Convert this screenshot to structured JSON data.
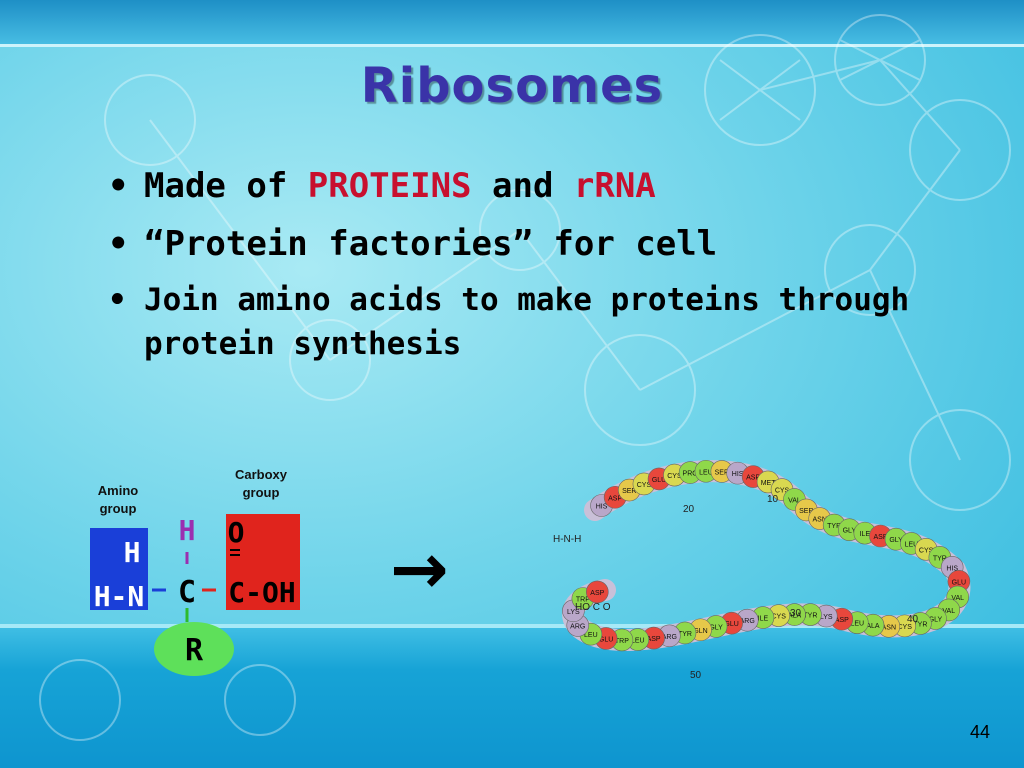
{
  "slide": {
    "title": "Ribosomes",
    "bullets": [
      {
        "parts": [
          "Made of ",
          "PROTEINS",
          " and ",
          "rRNA"
        ]
      },
      {
        "text": "“Protein factories” for cell"
      },
      {
        "text": "Join amino acids to make proteins through protein synthesis"
      }
    ],
    "bullet_symbol": "•",
    "page_number": "44",
    "arrow": "→"
  },
  "amino_acid": {
    "amino_label_line1": "Amino",
    "amino_label_line2": "group",
    "carboxy_label_line1": "Carboxy",
    "carboxy_label_line2": "group",
    "amino_h": "H",
    "amino_hn": "H-N",
    "center_h": "H",
    "center_c": "C",
    "carboxy_o": "O",
    "carboxy_coh": "C-OH",
    "side_chain": "R",
    "colors": {
      "amino": "#1a3fd8",
      "carboxy": "#e0241d",
      "side_chain": "#5ee05a",
      "center_h": "#9b2fb0"
    }
  },
  "peptide_chain": {
    "beads": [
      "HIS",
      "ASP",
      "SER",
      "CYS",
      "GLU",
      "CYS",
      "PRO",
      "LEU",
      "SER",
      "HIS",
      "ASP",
      "MET",
      "CYS",
      "VAL",
      "SER",
      "ASN",
      "TYR",
      "GLY",
      "ILE",
      "ASP",
      "GLY",
      "LEU",
      "CYS",
      "TYR",
      "HIS",
      "GLU",
      "VAL",
      "VAL",
      "GLY",
      "TYR",
      "CYS",
      "ASN",
      "ALA",
      "LEU",
      "ASP",
      "LYS",
      "TYR",
      "ALA",
      "CYS",
      "ILE",
      "ARG",
      "GLU",
      "GLY",
      "GLN",
      "TYR",
      "ARG",
      "ASP",
      "LEU",
      "TRP",
      "GLU",
      "LEU",
      "ARG",
      "LYS",
      "TRP",
      "ASP"
    ],
    "numbers": [
      "10",
      "20",
      "30",
      "40",
      "50"
    ],
    "amine": "H-N-H",
    "carboxyl": "HO C O"
  }
}
